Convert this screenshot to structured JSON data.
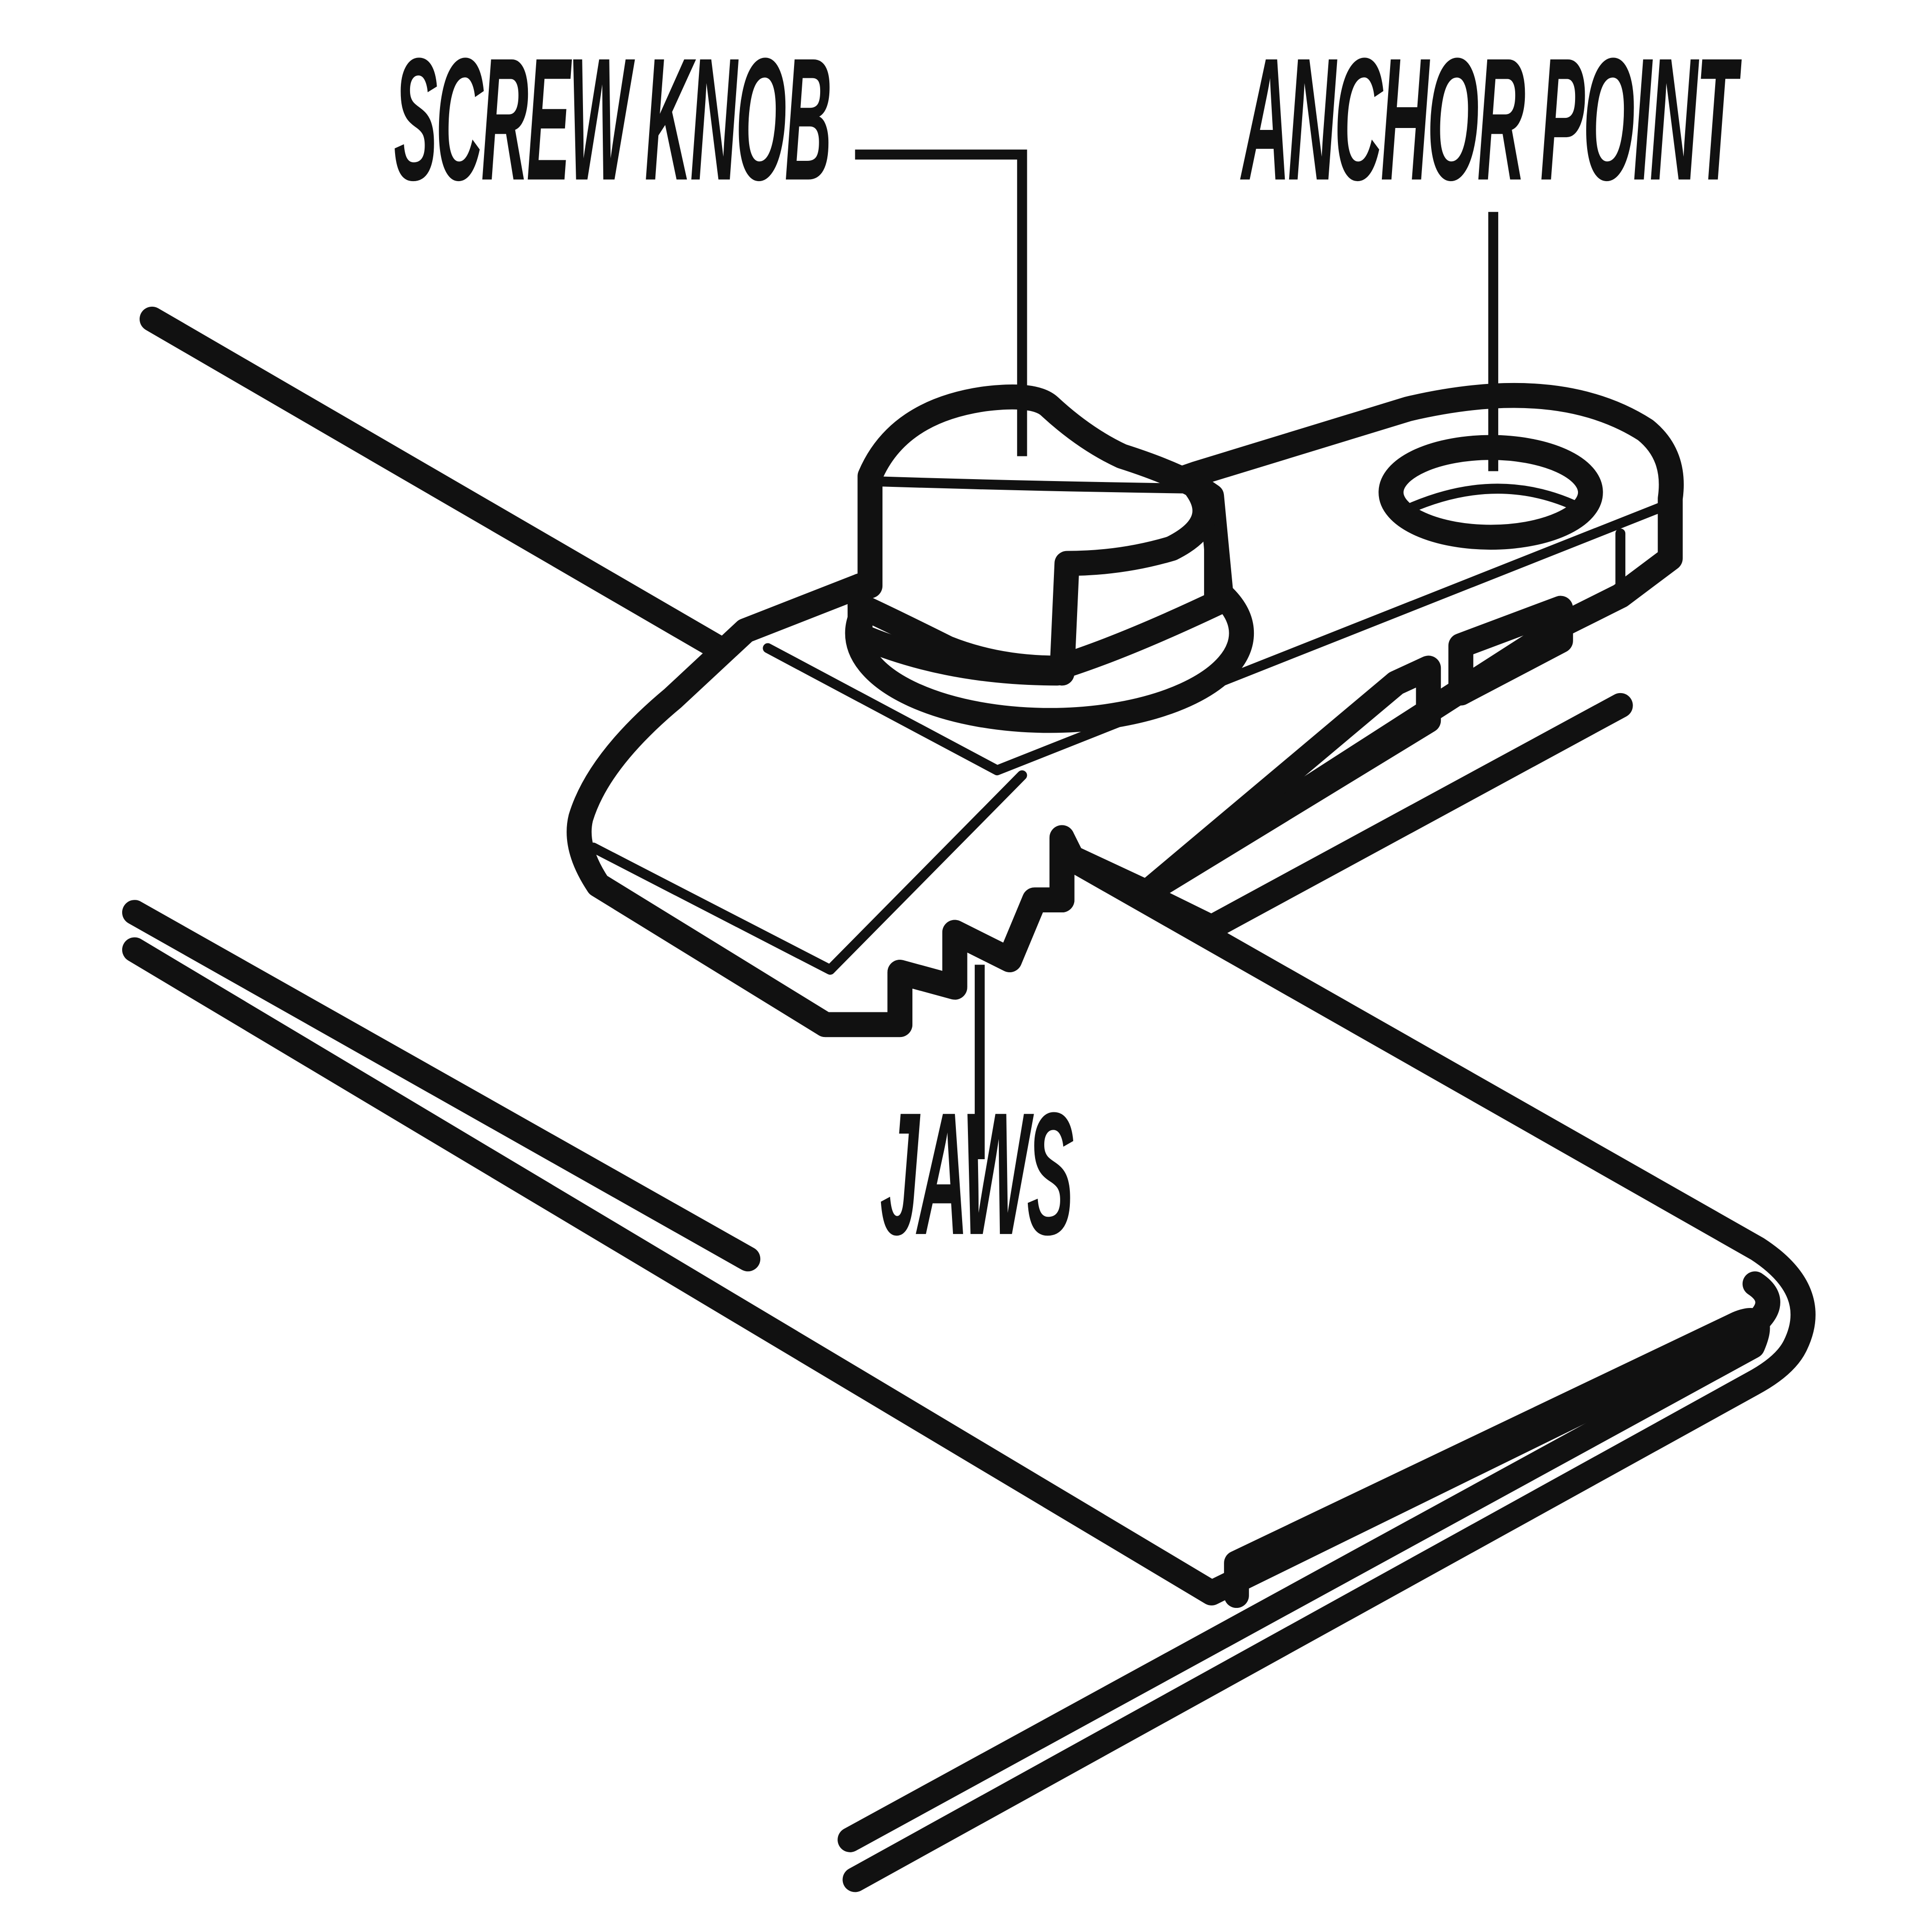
{
  "labels": {
    "screw_knob": "SCREW KNOB",
    "anchor_point": "ANCHOR POINT",
    "jaws": "JAWS"
  },
  "colors": {
    "ink": "#111111",
    "background": "#ffffff"
  }
}
